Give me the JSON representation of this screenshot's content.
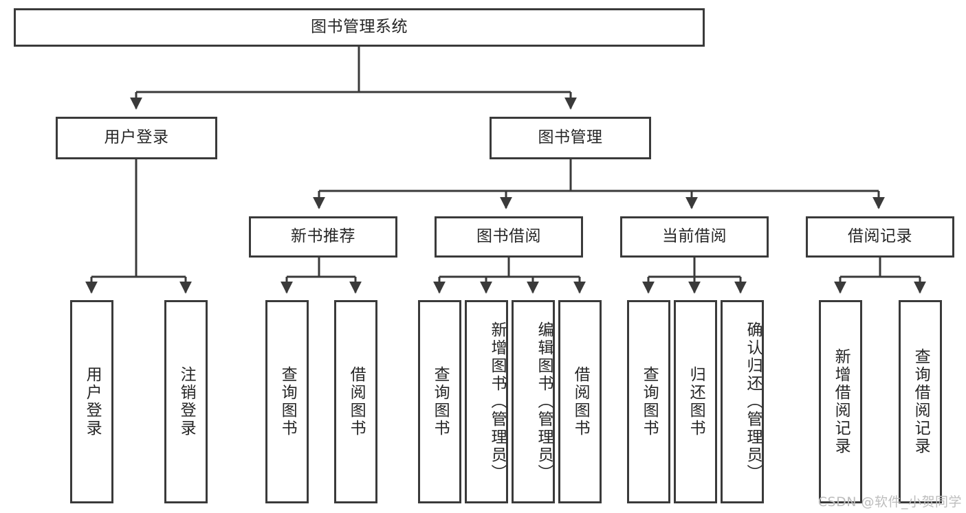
{
  "diagram": {
    "title": "图书管理系统",
    "type": "tree-hierarchy",
    "root": {
      "label": "图书管理系统"
    },
    "level2": [
      {
        "label": "用户登录"
      },
      {
        "label": "图书管理"
      }
    ],
    "level3": [
      {
        "label": "新书推荐"
      },
      {
        "label": "图书借阅"
      },
      {
        "label": "当前借阅"
      },
      {
        "label": "借阅记录"
      }
    ],
    "leaves_user_login": [
      {
        "label": "用户登录"
      },
      {
        "label": "注销登录"
      }
    ],
    "leaves_new_book": [
      {
        "label": "查询图书"
      },
      {
        "label": "借阅图书"
      }
    ],
    "leaves_borrow": [
      {
        "label": "查询图书"
      },
      {
        "label": "新增图书（管理员）"
      },
      {
        "label": "编辑图书（管理员）"
      },
      {
        "label": "借阅图书"
      }
    ],
    "leaves_current": [
      {
        "label": "查询图书"
      },
      {
        "label": "归还图书"
      },
      {
        "label": "确认归还（管理员）"
      }
    ],
    "leaves_records": [
      {
        "label": "新增借阅记录"
      },
      {
        "label": "查询借阅记录"
      }
    ]
  },
  "watermark": {
    "text": "CSDN @软件_小贺同学"
  },
  "colors": {
    "border": "#3a3a3a",
    "text": "#262626",
    "background": "#ffffff",
    "watermark": "#bdbdbd"
  }
}
